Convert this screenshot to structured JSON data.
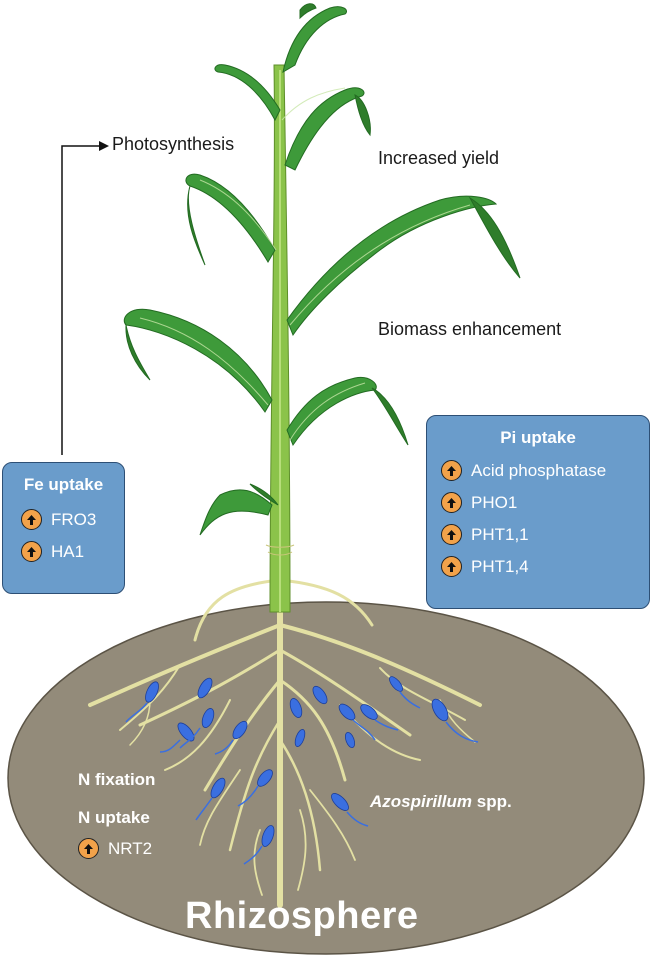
{
  "labels": {
    "photosynthesis": "Photosynthesis",
    "increased_yield": "Increased yield",
    "biomass": "Biomass enhancement"
  },
  "fe_box": {
    "title": "Fe uptake",
    "items": [
      "FRO3",
      "HA1"
    ]
  },
  "pi_box": {
    "title": "Pi uptake",
    "items": [
      "Acid phosphatase",
      "PHO1",
      "PHT1,1",
      "PHT1,4"
    ]
  },
  "soil": {
    "n_fixation": "N fixation",
    "n_uptake": "N uptake",
    "n_uptake_item": "NRT2",
    "bacteria_genus": "Azospirillum",
    "bacteria_suffix": " spp.",
    "zone": "Rhizosphere"
  },
  "icons": {
    "upregulation": "up-arrow-icon",
    "bacteria": "bacterium-icon",
    "flow": "arrow-right-icon"
  },
  "colors": {
    "box_fill": "#6a9ccb",
    "icon_fill": "#f2a24a",
    "soil": "#938b7a",
    "root": "#e3e0a3",
    "leaf": "#3e9a3a",
    "stem": "#8bc34a",
    "bacteria": "#3a6fe0"
  }
}
